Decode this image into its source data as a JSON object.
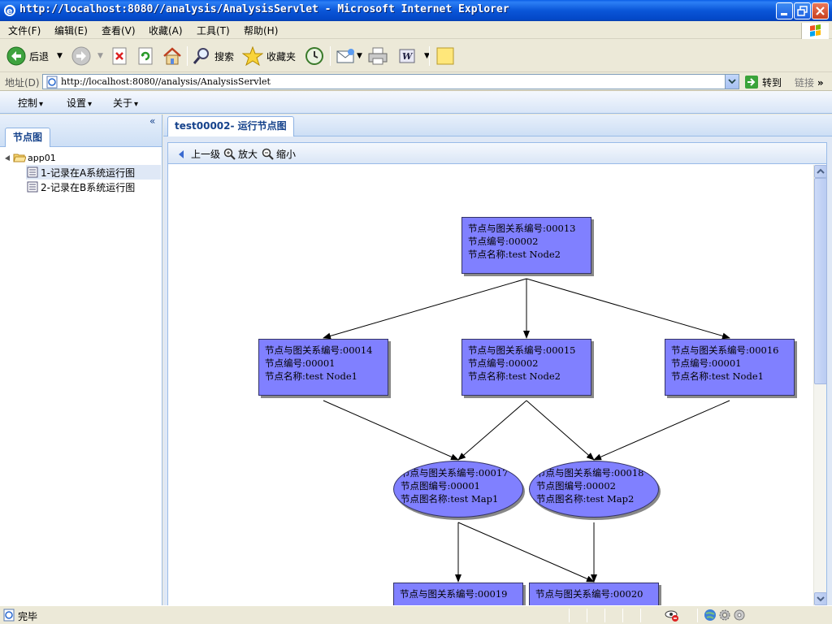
{
  "window": {
    "title": "http://localhost:8080//analysis/AnalysisServlet - Microsoft Internet Explorer"
  },
  "menubar": {
    "items": [
      "文件(F)",
      "编辑(E)",
      "查看(V)",
      "收藏(A)",
      "工具(T)",
      "帮助(H)"
    ]
  },
  "toolbar": {
    "back_label": "后退",
    "search_label": "搜索",
    "favorites_label": "收藏夹"
  },
  "addressbar": {
    "label": "地址(D)",
    "url": "http://localhost:8080//analysis/AnalysisServlet",
    "go_label": "转到",
    "links_label": "链接"
  },
  "appmenu": {
    "items": [
      "控制",
      "设置",
      "关于"
    ]
  },
  "leftpanel": {
    "tab_title": "节点图",
    "tree": {
      "root": "app01",
      "children": [
        "1-记录在A系统运行图",
        "2-记录在B系统运行图"
      ]
    }
  },
  "mainpanel": {
    "tab_title": "test00002- 运行节点图",
    "tools": {
      "up_label": "上一级",
      "zoom_in_label": "放大",
      "zoom_out_label": "缩小"
    }
  },
  "graph": {
    "nodes": [
      {
        "id": "n13",
        "shape": "rect",
        "lines": [
          "节点与图关系编号:00013",
          "节点编号:00002",
          "节点名称:test Node2"
        ]
      },
      {
        "id": "n14",
        "shape": "rect",
        "lines": [
          "节点与图关系编号:00014",
          "节点编号:00001",
          "节点名称:test Node1"
        ]
      },
      {
        "id": "n15",
        "shape": "rect",
        "lines": [
          "节点与图关系编号:00015",
          "节点编号:00002",
          "节点名称:test Node2"
        ]
      },
      {
        "id": "n16",
        "shape": "rect",
        "lines": [
          "节点与图关系编号:00016",
          "节点编号:00001",
          "节点名称:test Node1"
        ]
      },
      {
        "id": "n17",
        "shape": "ellipse",
        "lines": [
          "节点与图关系编号:00017",
          "节点图编号:00001",
          "节点图名称:test Map1"
        ]
      },
      {
        "id": "n18",
        "shape": "ellipse",
        "lines": [
          "节点与图关系编号:00018",
          "节点图编号:00002",
          "节点图名称:test Map2"
        ]
      },
      {
        "id": "n19",
        "shape": "rect",
        "lines": [
          "节点与图关系编号:00019"
        ]
      },
      {
        "id": "n20",
        "shape": "rect",
        "lines": [
          "节点与图关系编号:00020"
        ]
      }
    ],
    "edges": [
      [
        "n13",
        "n14"
      ],
      [
        "n13",
        "n15"
      ],
      [
        "n13",
        "n16"
      ],
      [
        "n14",
        "n17"
      ],
      [
        "n15",
        "n17"
      ],
      [
        "n15",
        "n18"
      ],
      [
        "n16",
        "n18"
      ],
      [
        "n17",
        "n19"
      ],
      [
        "n17",
        "n20"
      ],
      [
        "n18",
        "n20"
      ]
    ]
  },
  "statusbar": {
    "text": "完毕"
  },
  "colors": {
    "node_fill": "#8080ff",
    "panel_border": "#99bbe8",
    "tab_text": "#15428b"
  }
}
